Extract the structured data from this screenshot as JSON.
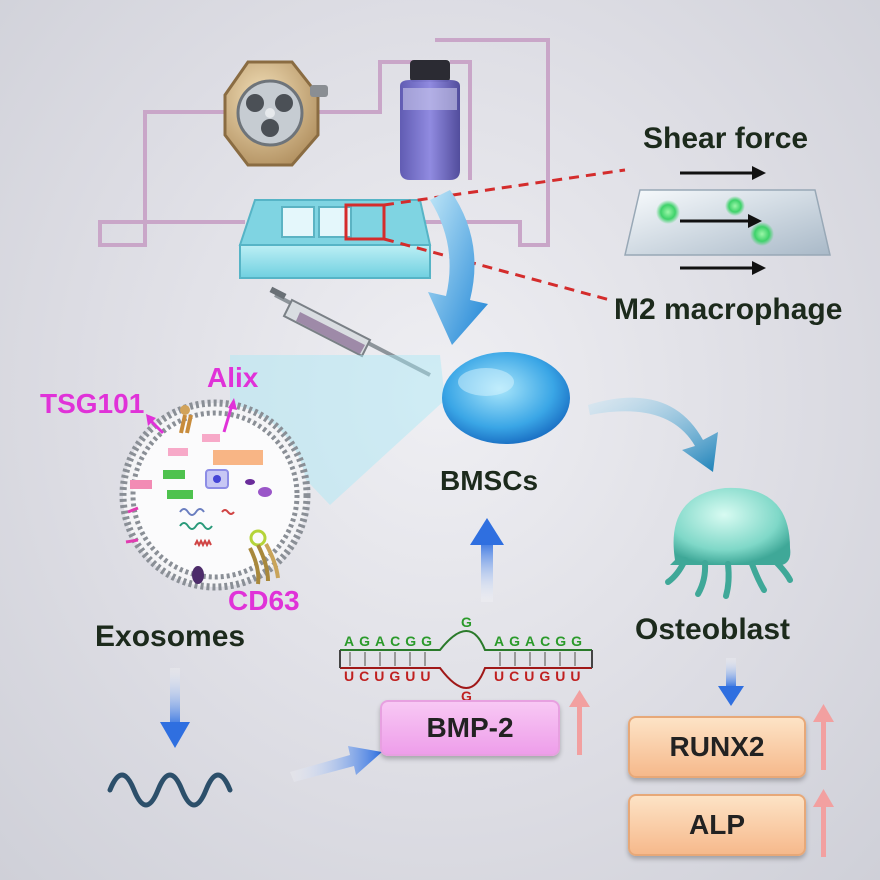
{
  "labels": {
    "shear_force": "Shear force",
    "m2_macrophage": "M2 macrophage",
    "alix": "Alix",
    "tsg101": "TSG101",
    "cd63": "CD63",
    "bmscs": "BMSCs",
    "osteoblast": "Osteoblast",
    "exosomes": "Exosomes"
  },
  "boxes": {
    "bmp2": "BMP-2",
    "runx2": "RUNX2",
    "alp": "ALP"
  },
  "rna": {
    "top_left": "AGACGG",
    "top_mid": "G",
    "top_right": "AGACGG",
    "bot_left": "UCUGUU",
    "bot_mid": "G",
    "bot_right": "UCUGUU"
  },
  "colors": {
    "magenta": "#e032d8",
    "arrow_blue": "#2f6fe0",
    "box_pink": "#f4b6ef",
    "box_peach": "#f9caa0",
    "up_arrow": "#f2a0a0"
  }
}
